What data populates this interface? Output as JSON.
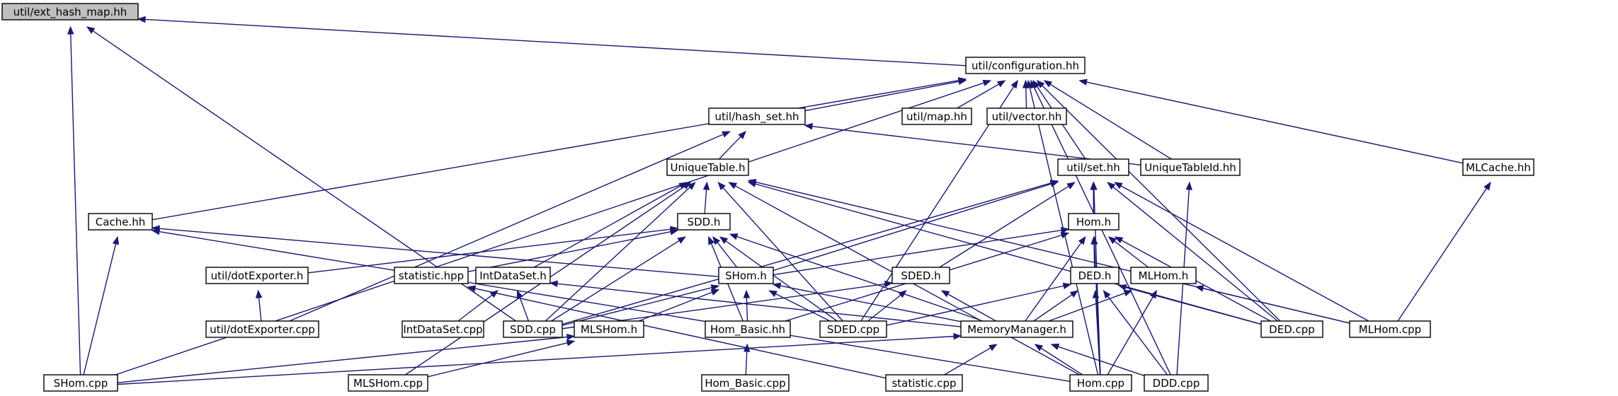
{
  "diagram": {
    "type": "include-dependency-graph",
    "colors": {
      "edge": "#191970",
      "root_fill": "#bfbfbf",
      "node_fill": "#ffffff",
      "node_border": "#000000"
    },
    "nodes": [
      {
        "id": "ext_hash_map",
        "label": "util/ext_hash_map.hh",
        "root": true
      },
      {
        "id": "configuration",
        "label": "util/configuration.hh"
      },
      {
        "id": "hash_set",
        "label": "util/hash_set.hh"
      },
      {
        "id": "map",
        "label": "util/map.hh"
      },
      {
        "id": "vector",
        "label": "util/vector.hh"
      },
      {
        "id": "uniquetable",
        "label": "UniqueTable.h"
      },
      {
        "id": "set",
        "label": "util/set.hh"
      },
      {
        "id": "uniquetableid",
        "label": "UniqueTableId.hh"
      },
      {
        "id": "mlcache",
        "label": "MLCache.hh"
      },
      {
        "id": "cache",
        "label": "Cache.hh"
      },
      {
        "id": "sdd_h",
        "label": "SDD.h"
      },
      {
        "id": "hom_h",
        "label": "Hom.h"
      },
      {
        "id": "dotexporter_h",
        "label": "util/dotExporter.h"
      },
      {
        "id": "statistic_hpp",
        "label": "statistic.hpp"
      },
      {
        "id": "intdataset_h",
        "label": "IntDataSet.h"
      },
      {
        "id": "shom_h",
        "label": "SHom.h"
      },
      {
        "id": "sded_h",
        "label": "SDED.h"
      },
      {
        "id": "ded_h",
        "label": "DED.h"
      },
      {
        "id": "mlhom_h",
        "label": "MLHom.h"
      },
      {
        "id": "dotexporter_cpp",
        "label": "util/dotExporter.cpp"
      },
      {
        "id": "intdataset_cpp",
        "label": "IntDataSet.cpp"
      },
      {
        "id": "sdd_cpp",
        "label": "SDD.cpp"
      },
      {
        "id": "mlshom_h",
        "label": "MLSHom.h"
      },
      {
        "id": "hom_basic_hh",
        "label": "Hom_Basic.hh"
      },
      {
        "id": "sded_cpp",
        "label": "SDED.cpp"
      },
      {
        "id": "memorymanager_h",
        "label": "MemoryManager.h"
      },
      {
        "id": "ded_cpp",
        "label": "DED.cpp"
      },
      {
        "id": "mlhom_cpp",
        "label": "MLHom.cpp"
      },
      {
        "id": "shom_cpp",
        "label": "SHom.cpp"
      },
      {
        "id": "mlshom_cpp",
        "label": "MLSHom.cpp"
      },
      {
        "id": "hom_basic_cpp",
        "label": "Hom_Basic.cpp"
      },
      {
        "id": "statistic_cpp",
        "label": "statistic.cpp"
      },
      {
        "id": "hom_cpp",
        "label": "Hom.cpp"
      },
      {
        "id": "ddd_cpp",
        "label": "DDD.cpp"
      }
    ]
  }
}
